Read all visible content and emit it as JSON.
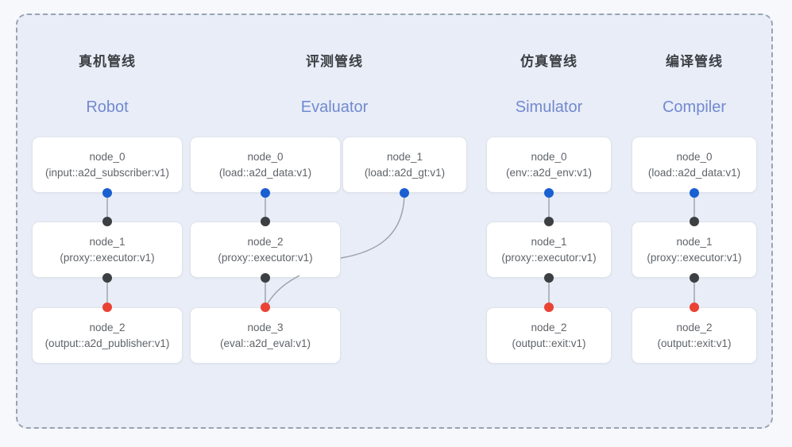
{
  "panel": {
    "background_color": "#e8edf8",
    "border_color": "#9aa3b0",
    "border_style": "dashed"
  },
  "palette": {
    "title_color": "#3c4043",
    "subtitle_color": "#7389cf",
    "node_text_color": "#5f6368",
    "node_background": "#ffffff",
    "node_border": "#dfe3ea",
    "wire_color": "#9aa0a6",
    "dot_input_color": "#1a5fd0",
    "dot_mid_color": "#3c4043",
    "dot_output_color": "#ea4335",
    "page_background": "#f6f8fc"
  },
  "columns": [
    {
      "title": "真机管线",
      "subtitle": "Robot",
      "nodes": [
        {
          "id": "node_0",
          "type": "(input::a2d_subscriber:v1)"
        },
        {
          "id": "node_1",
          "type": "(proxy::executor:v1)"
        },
        {
          "id": "node_2",
          "type": "(output::a2d_publisher:v1)"
        }
      ]
    },
    {
      "title": "评测管线",
      "subtitle": "Evaluator",
      "nodes": [
        {
          "id": "node_0",
          "type": "(load::a2d_data:v1)"
        },
        {
          "id": "node_1",
          "type": "(load::a2d_gt:v1)"
        },
        {
          "id": "node_2",
          "type": "(proxy::executor:v1)"
        },
        {
          "id": "node_3",
          "type": "(eval::a2d_eval:v1)"
        }
      ]
    },
    {
      "title": "仿真管线",
      "subtitle": "Simulator",
      "nodes": [
        {
          "id": "node_0",
          "type": "(env::a2d_env:v1)"
        },
        {
          "id": "node_1",
          "type": "(proxy::executor:v1)"
        },
        {
          "id": "node_2",
          "type": "(output::exit:v1)"
        }
      ]
    },
    {
      "title": "编译管线",
      "subtitle": "Compiler",
      "nodes": [
        {
          "id": "node_0",
          "type": "(load::a2d_data:v1)"
        },
        {
          "id": "node_1",
          "type": "(proxy::executor:v1)"
        },
        {
          "id": "node_2",
          "type": "(output::exit:v1)"
        }
      ]
    }
  ]
}
